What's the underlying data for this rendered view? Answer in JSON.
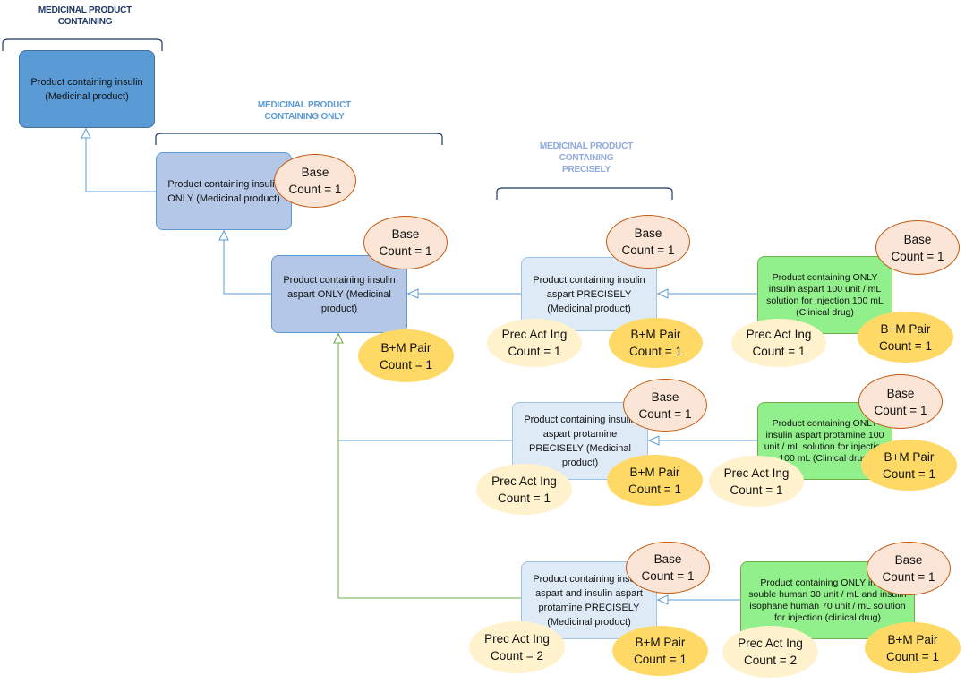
{
  "colors": {
    "header_dark": "#1f3864",
    "header_light": "#8faadc",
    "connector_blue": "#5b9bd5",
    "connector_green": "#70ad47",
    "box_medicinal": "#5b9bd5",
    "box_only": "#b4c7e7",
    "box_precisely": "#deebf7",
    "box_clinical": "#92f08c",
    "oval_base": "#fbe5d6",
    "oval_bm": "#ffd966",
    "oval_prec": "#fff2cc"
  },
  "headers": [
    {
      "id": "medicinal",
      "text": "MEDICINAL PRODUCT\nCONTAINING"
    },
    {
      "id": "only",
      "text": "MEDICINAL PRODUCT\nCONTAINING ONLY"
    },
    {
      "id": "precisely",
      "text": "MEDICINAL PRODUCT\nCONTAINING\nPRECISELY"
    }
  ],
  "boxes": {
    "insulin": "Product containing insulin (Medicinal product)",
    "insulin_only": "Product containing insulin ONLY (Medicinal product)",
    "aspart_only": "Product containing insulin aspart ONLY (Medicinal product)",
    "aspart_precisely": "Product containing insulin aspart PRECISELY (Medicinal product)",
    "aspart_clinical": "Product containing ONLY insulin aspart 100 unit / mL solution for injection 100 mL (Clinical drug)",
    "protamine_precisely": "Product containing insulin aspart protamine PRECISELY (Medicinal product)",
    "protamine_clinical": "Product containing ONLY insulin aspart protamine 100 unit / mL solution for injection 100 mL (Clinical drug)",
    "mix_precisely": "Product containing insulin aspart and insulin aspart protamine PRECISELY (Medicinal product)",
    "mix_clinical": "Product containing ONLY insulin souble human 30 unit / mL and insulin isophane human 70 unit / mL solution for injection (clinical drug)"
  },
  "ovals": {
    "base_1": "Base\nCount = 1",
    "bm_1": "B+M Pair\nCount = 1",
    "prec_1": "Prec Act Ing\nCount = 1",
    "prec_2": "Prec Act Ing\nCount = 2"
  }
}
